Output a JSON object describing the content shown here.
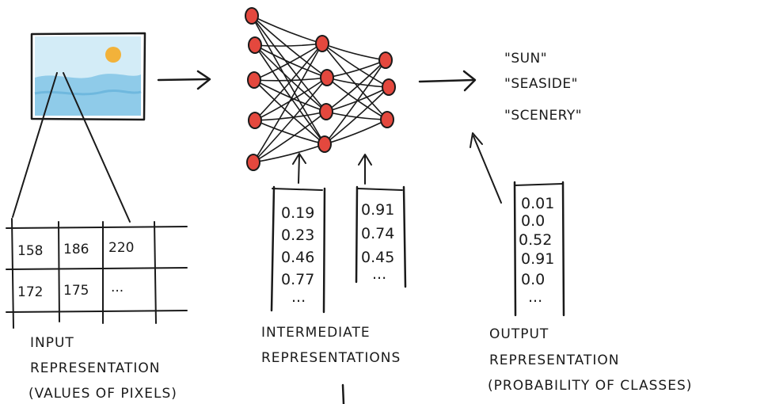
{
  "image_colors": {
    "sky": "#d3ecf7",
    "sea": "#8fcbe9",
    "sun": "#f2b23a",
    "neuron": "#e4483e",
    "ink": "#1a1a1a"
  },
  "pixel_grid": {
    "rows": [
      [
        "158",
        "186",
        "220",
        ""
      ],
      [
        "172",
        "175",
        "...",
        ""
      ]
    ]
  },
  "input_label": {
    "line1": "INPUT",
    "line2": "REPRESENTATION",
    "line3": "(VALUES OF PIXELS)"
  },
  "intermediate": {
    "vector1": [
      "0.19",
      "0.23",
      "0.46",
      "0.77",
      "..."
    ],
    "vector2": [
      "0.91",
      "0.74",
      "0.45",
      "..."
    ],
    "label_line1": "INTERMEDIATE",
    "label_line2": "REPRESENTATIONS"
  },
  "output": {
    "vector": [
      "0.01",
      "0.0",
      "0.52",
      "0.91",
      "0.0",
      "..."
    ],
    "label_line1": "OUTPUT",
    "label_line2": "REPRESENTATION",
    "label_line3": "(PROBABILITY OF CLASSES)"
  },
  "classes": [
    "\"SUN\"",
    "\"SEASIDE\"",
    "\"SCENERY\""
  ]
}
